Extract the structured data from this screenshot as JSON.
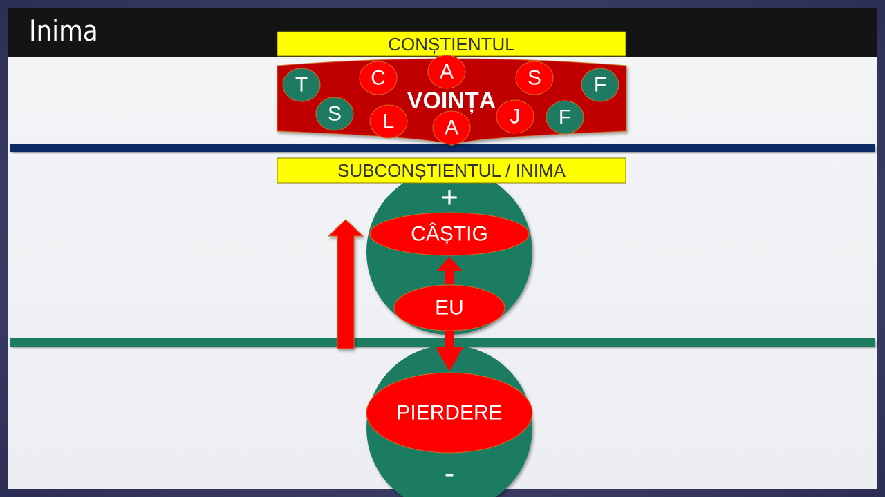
{
  "slide": {
    "title": "Inima"
  },
  "diagram": {
    "conscious_label": "CONȘTIENTUL",
    "will_label": "VOINȚA",
    "subconscious_label": "SUBCONȘTIENTUL / INIMA",
    "gain_label": "CÂȘTIG",
    "self_label": "EU",
    "loss_label": "PIERDERE",
    "plus_sign": "+",
    "minus_sign": "-",
    "letters": [
      {
        "text": "T",
        "color": "green"
      },
      {
        "text": "S",
        "color": "green"
      },
      {
        "text": "C",
        "color": "red"
      },
      {
        "text": "A",
        "color": "red"
      },
      {
        "text": "L",
        "color": "red"
      },
      {
        "text": "A",
        "color": "red"
      },
      {
        "text": "S",
        "color": "red"
      },
      {
        "text": "J",
        "color": "red"
      },
      {
        "text": "F",
        "color": "green"
      },
      {
        "text": "F",
        "color": "green"
      }
    ],
    "colors": {
      "yellow": "#ffff00",
      "red": "#ff0000",
      "dark_red": "#c00000",
      "green": "#1e7b62",
      "navy": "#0f2a66"
    }
  }
}
